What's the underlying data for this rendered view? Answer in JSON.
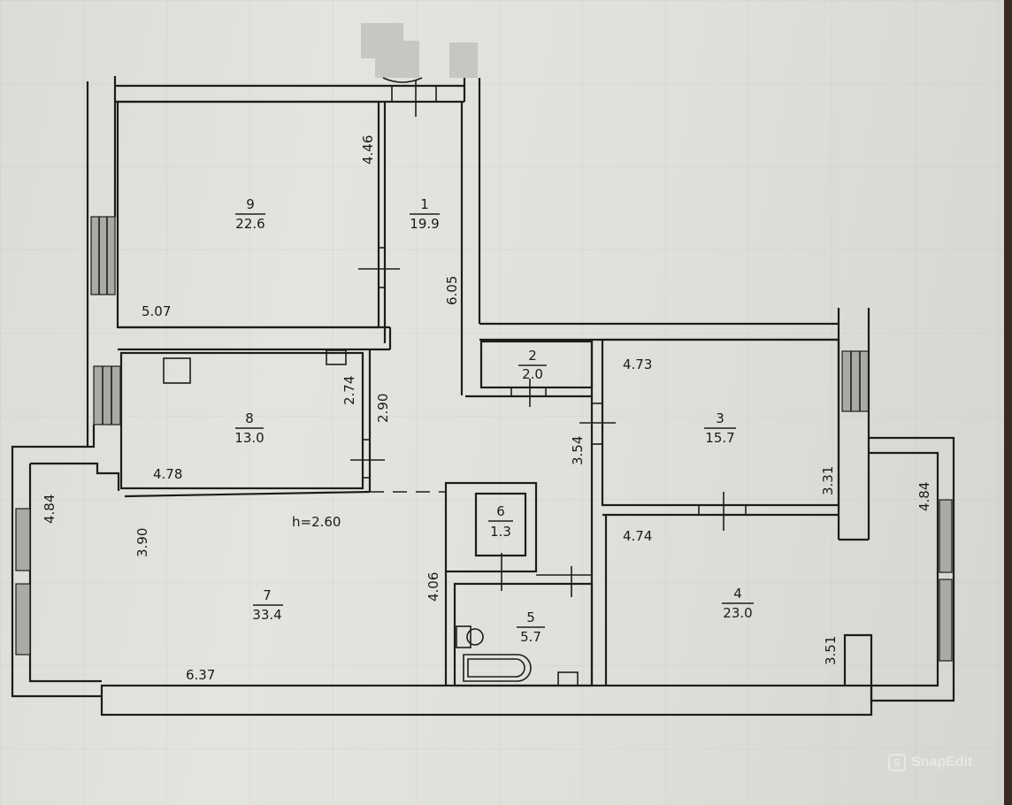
{
  "plan": {
    "ceiling_height": "h=2.60",
    "rooms": [
      {
        "id": "1",
        "number": "1",
        "area": "19.9"
      },
      {
        "id": "2",
        "number": "2",
        "area": "2.0"
      },
      {
        "id": "3",
        "number": "3",
        "area": "15.7"
      },
      {
        "id": "4",
        "number": "4",
        "area": "23.0"
      },
      {
        "id": "5",
        "number": "5",
        "area": "5.7"
      },
      {
        "id": "6",
        "number": "6",
        "area": "1.3"
      },
      {
        "id": "7",
        "number": "7",
        "area": "33.4"
      },
      {
        "id": "8",
        "number": "8",
        "area": "13.0"
      },
      {
        "id": "9",
        "number": "9",
        "area": "22.6"
      }
    ],
    "dimensions": {
      "room9_width": "5.07",
      "room9_height": "4.46",
      "room1_length": "6.05",
      "room8_width": "4.78",
      "room8_height_inner": "2.74",
      "room8_height_outer": "2.90",
      "room3_width": "4.73",
      "room3_height": "3.31",
      "corridor_height": "3.54",
      "room4_width": "4.74",
      "room4_height": "3.51",
      "room4_side": "4.84",
      "room7_width": "6.37",
      "room7_height": "3.90",
      "room7_side": "4.84",
      "room7_right": "4.06"
    }
  },
  "watermark": {
    "icon": "snapedit-logo-icon",
    "icon_glyph": "S",
    "text": "SnapEdit"
  },
  "colors": {
    "paper": "#e0e0db",
    "lines": "#1c1c1c",
    "background": "#3a2a24"
  }
}
